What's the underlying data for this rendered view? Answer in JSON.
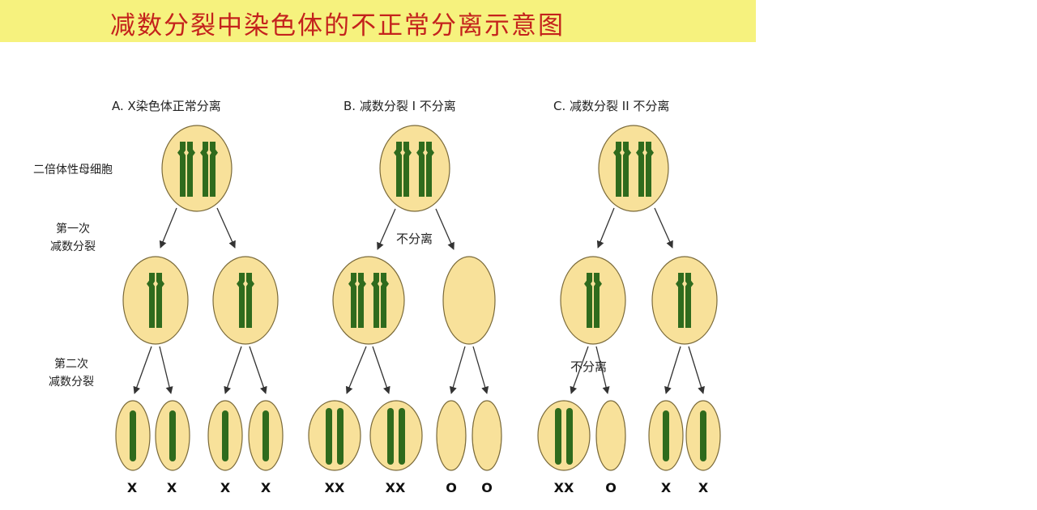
{
  "title": "减数分裂中染色体的不正常分离示意图",
  "row_labels": {
    "parent": "二倍体性母细胞",
    "first": [
      "第一次",
      "减数分裂"
    ],
    "second": [
      "第二次",
      "减数分裂"
    ]
  },
  "panels": [
    {
      "title": "A. X染色体正常分离",
      "gametes": [
        "X",
        "X",
        "X",
        "X"
      ]
    },
    {
      "title": "B. 减数分裂 I 不分离",
      "nondisjunction": "不分离",
      "gametes": [
        "XX",
        "XX",
        "O",
        "O"
      ]
    },
    {
      "title": "C.  减数分裂 II 不分离",
      "nondisjunction": "不分离",
      "gametes": [
        "XX",
        "O",
        "X",
        "X"
      ]
    }
  ],
  "colors": {
    "title_band": "#f6f27e",
    "title_text": "#c4221c",
    "cell_fill": "#f8e19a",
    "cell_stroke": "#7a6a3a",
    "chromosome": "#2f6b1d"
  }
}
